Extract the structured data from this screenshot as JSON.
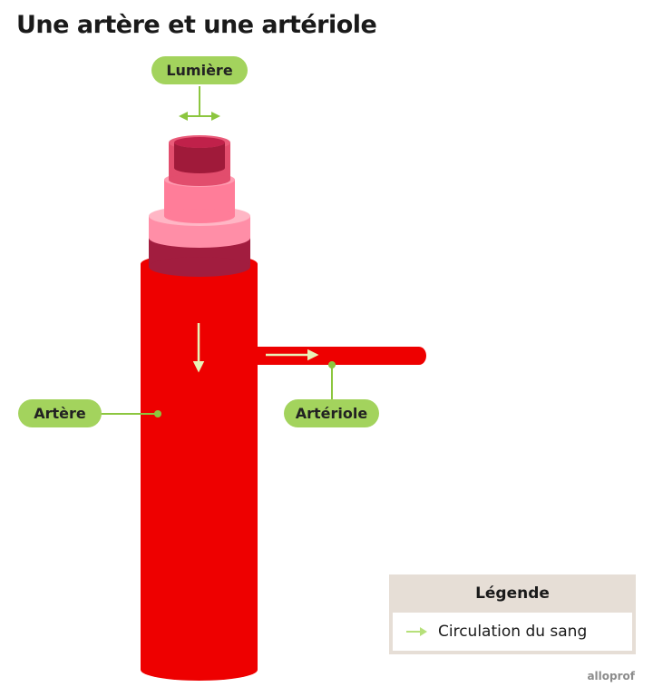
{
  "title": "Une artère et une artériole",
  "labels": {
    "lumen": "Lumière",
    "artery": "Artère",
    "arteriole": "Artériole"
  },
  "legend": {
    "heading": "Légende",
    "items": [
      {
        "label": "Circulation du sang",
        "symbol": "arrow-icon"
      }
    ]
  },
  "brand": "alloprof",
  "colors": {
    "artery_red": "#ee0000",
    "outer_layer": "#a21d3f",
    "middle_layer": "#ff8ea7",
    "inner_layer": "#e24d6d",
    "lumen": "#c0214a",
    "label_green": "#a3d35d",
    "flow_arrow": "#e8f3b8",
    "legend_background": "#e6ded6"
  }
}
